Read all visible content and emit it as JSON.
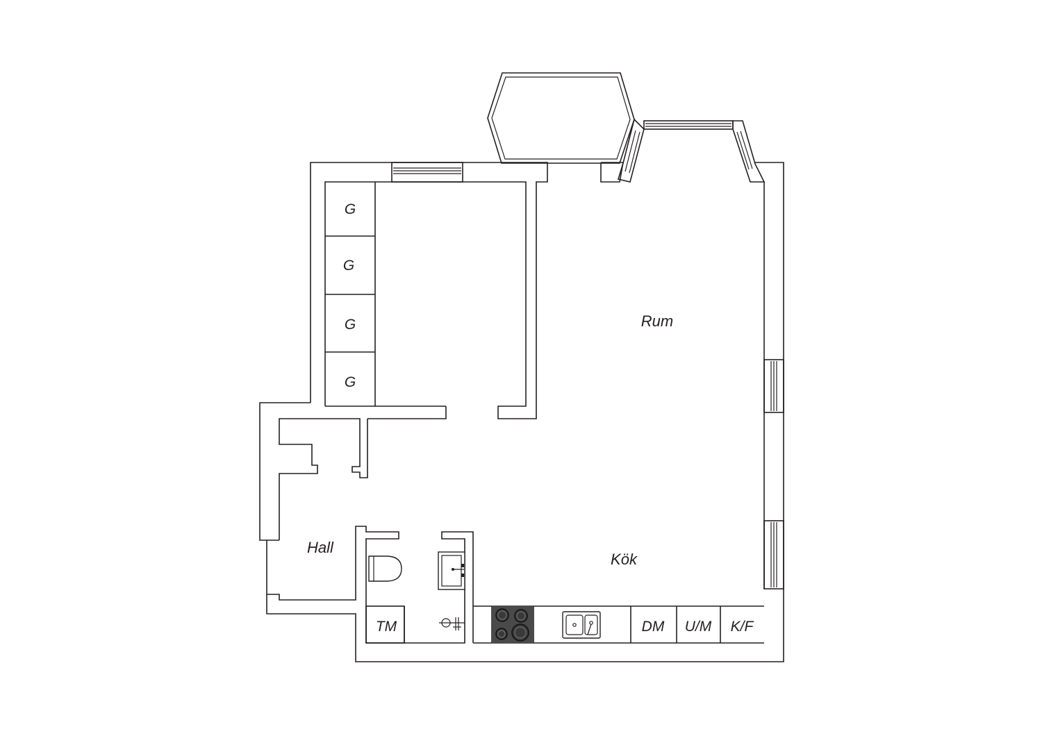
{
  "rooms": {
    "rum": "Rum",
    "kok": "Kök",
    "hall": "Hall"
  },
  "wardrobes": [
    "G",
    "G",
    "G",
    "G"
  ],
  "fixtures": {
    "washing_machine": "TM",
    "dishwasher": "DM",
    "oven_microwave": "U/M",
    "fridge_freezer": "K/F"
  },
  "colors": {
    "line": "#231f20",
    "stove_top": "#4a4a4a",
    "background": "#ffffff"
  }
}
